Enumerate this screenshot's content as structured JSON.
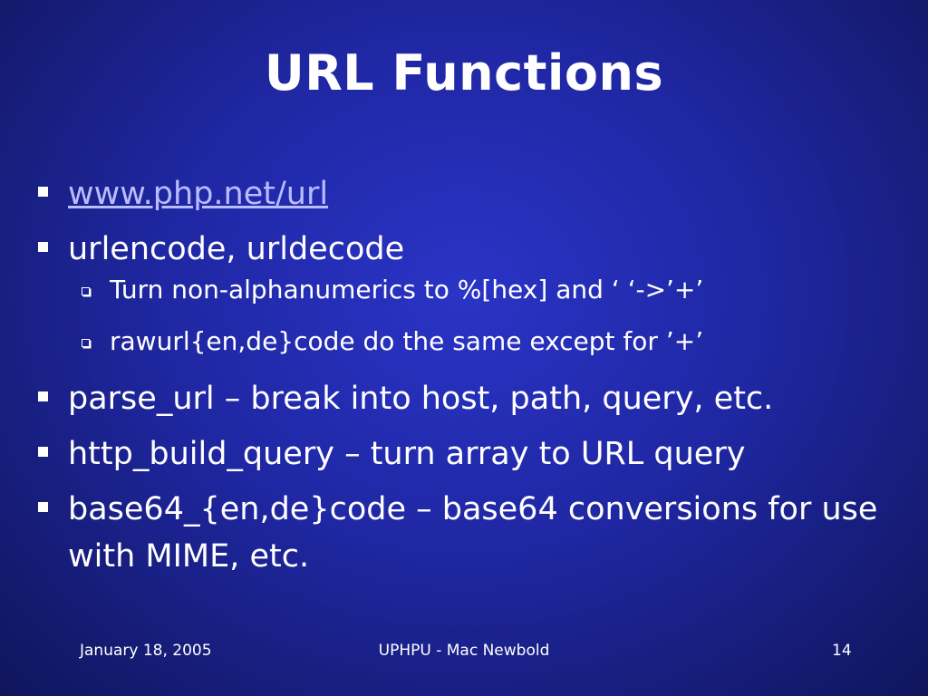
{
  "slide": {
    "title": "URL Functions",
    "bullets": [
      {
        "text": "www.php.net/url",
        "is_link": true
      },
      {
        "text": "urlencode, urldecode",
        "subbullets": [
          "Turn non-alphanumerics to %[hex] and ‘ ‘->’+’",
          "rawurl{en,de}code do the same except for ’+’"
        ]
      },
      {
        "text": "parse_url – break into host, path, query, etc."
      },
      {
        "text": "http_build_query – turn array to URL query"
      },
      {
        "text": "base64_{en,de}code – base64 conversions for use with MIME, etc."
      }
    ]
  },
  "footer": {
    "date": "January 18, 2005",
    "center": "UPHPU - Mac Newbold",
    "page_number": "14"
  },
  "colors": {
    "background": "#1f27a3",
    "text": "#ffffff",
    "link": "#b9bdff"
  }
}
